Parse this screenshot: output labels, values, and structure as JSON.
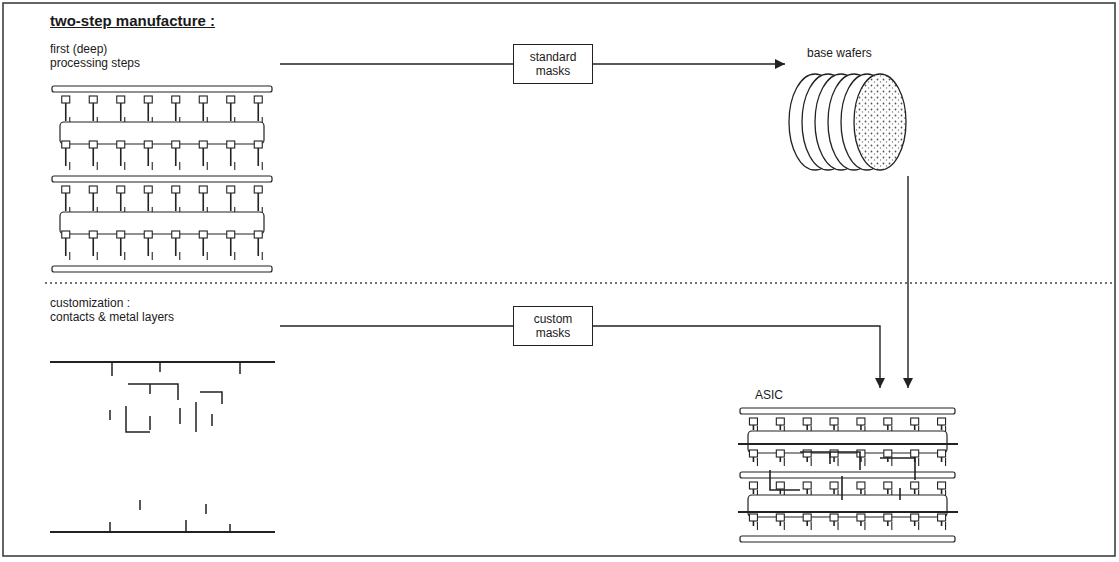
{
  "diagram": {
    "title": "two-step manufacture :",
    "nodes": [
      {
        "text": [
          "first (deep) processing steps"
        ]
      },
      {
        "text": [
          "standard masks"
        ]
      },
      {
        "text": [
          "base wafers"
        ]
      },
      {
        "text": [
          "customization : contacts & metal layers"
        ]
      },
      {
        "text": [
          "custom masks"
        ]
      },
      {
        "text": [
          "ASIC"
        ]
      }
    ],
    "edges": [
      {
        "from": 0,
        "to": 1,
        "arrow": "none"
      },
      {
        "from": 1,
        "to": 2,
        "arrow": "to"
      },
      {
        "from": 2,
        "to": 5,
        "arrow": "to"
      },
      {
        "from": 3,
        "to": 4,
        "arrow": "none"
      },
      {
        "from": 4,
        "to": 5,
        "arrow": "to"
      }
    ]
  }
}
